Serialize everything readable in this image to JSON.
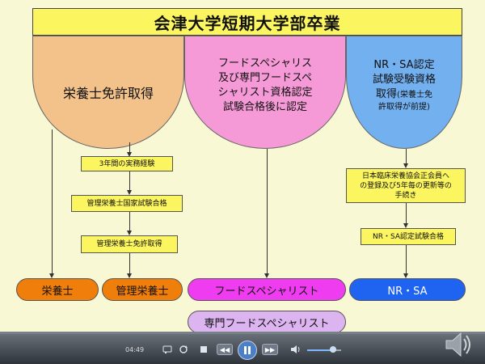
{
  "title": "会津大学短期大学部卒業",
  "arches": {
    "orange": "栄養士免許取得",
    "pink_lines": [
      "フードスペシャリス",
      "及び専門フードスペ",
      "シャリスト資格認定",
      "試験合格後に認定"
    ],
    "blue_lines": [
      "NR・SA認定",
      "試験受験資格",
      "取得"
    ],
    "blue_small_lines": [
      "(栄養士免",
      "許取得が前提)"
    ]
  },
  "boxes": {
    "experience": "3年間の実務経験",
    "national_exam": "管理栄養士国家試験合格",
    "license": "管理栄養士免許取得",
    "registration_lines": [
      "日本臨床栄養協会正会員へ",
      "の登録及び5年毎の更新等の",
      "手続き"
    ],
    "nrsa_exam": "NR・SA認定試験合格"
  },
  "results": {
    "nutritionist": "栄養士",
    "registered_dietitian": "管理栄養士",
    "food_specialist": "フードスペシャリスト",
    "nrsa": "NR・SA",
    "senior_food_specialist": "専門フードスペシャリスト"
  },
  "colors": {
    "title_bg": "#fbf560",
    "orange_arch": "#f2c28a",
    "pink_arch": "#f59ad6",
    "blue_arch": "#72b0ef",
    "orange_pill": "#f07e0a",
    "magenta_pill": "#f03cf0",
    "blue_pill": "#1e64f0",
    "lavender_pill": "#dcb4f0"
  },
  "player": {
    "time": "04:49",
    "progress": 0.0,
    "volume": 0.75,
    "icons": [
      "captions-icon",
      "repeat-icon",
      "stop-icon",
      "rewind-icon",
      "play-pause-icon",
      "fast-forward-icon",
      "volume-icon",
      "speaker-icon"
    ]
  }
}
